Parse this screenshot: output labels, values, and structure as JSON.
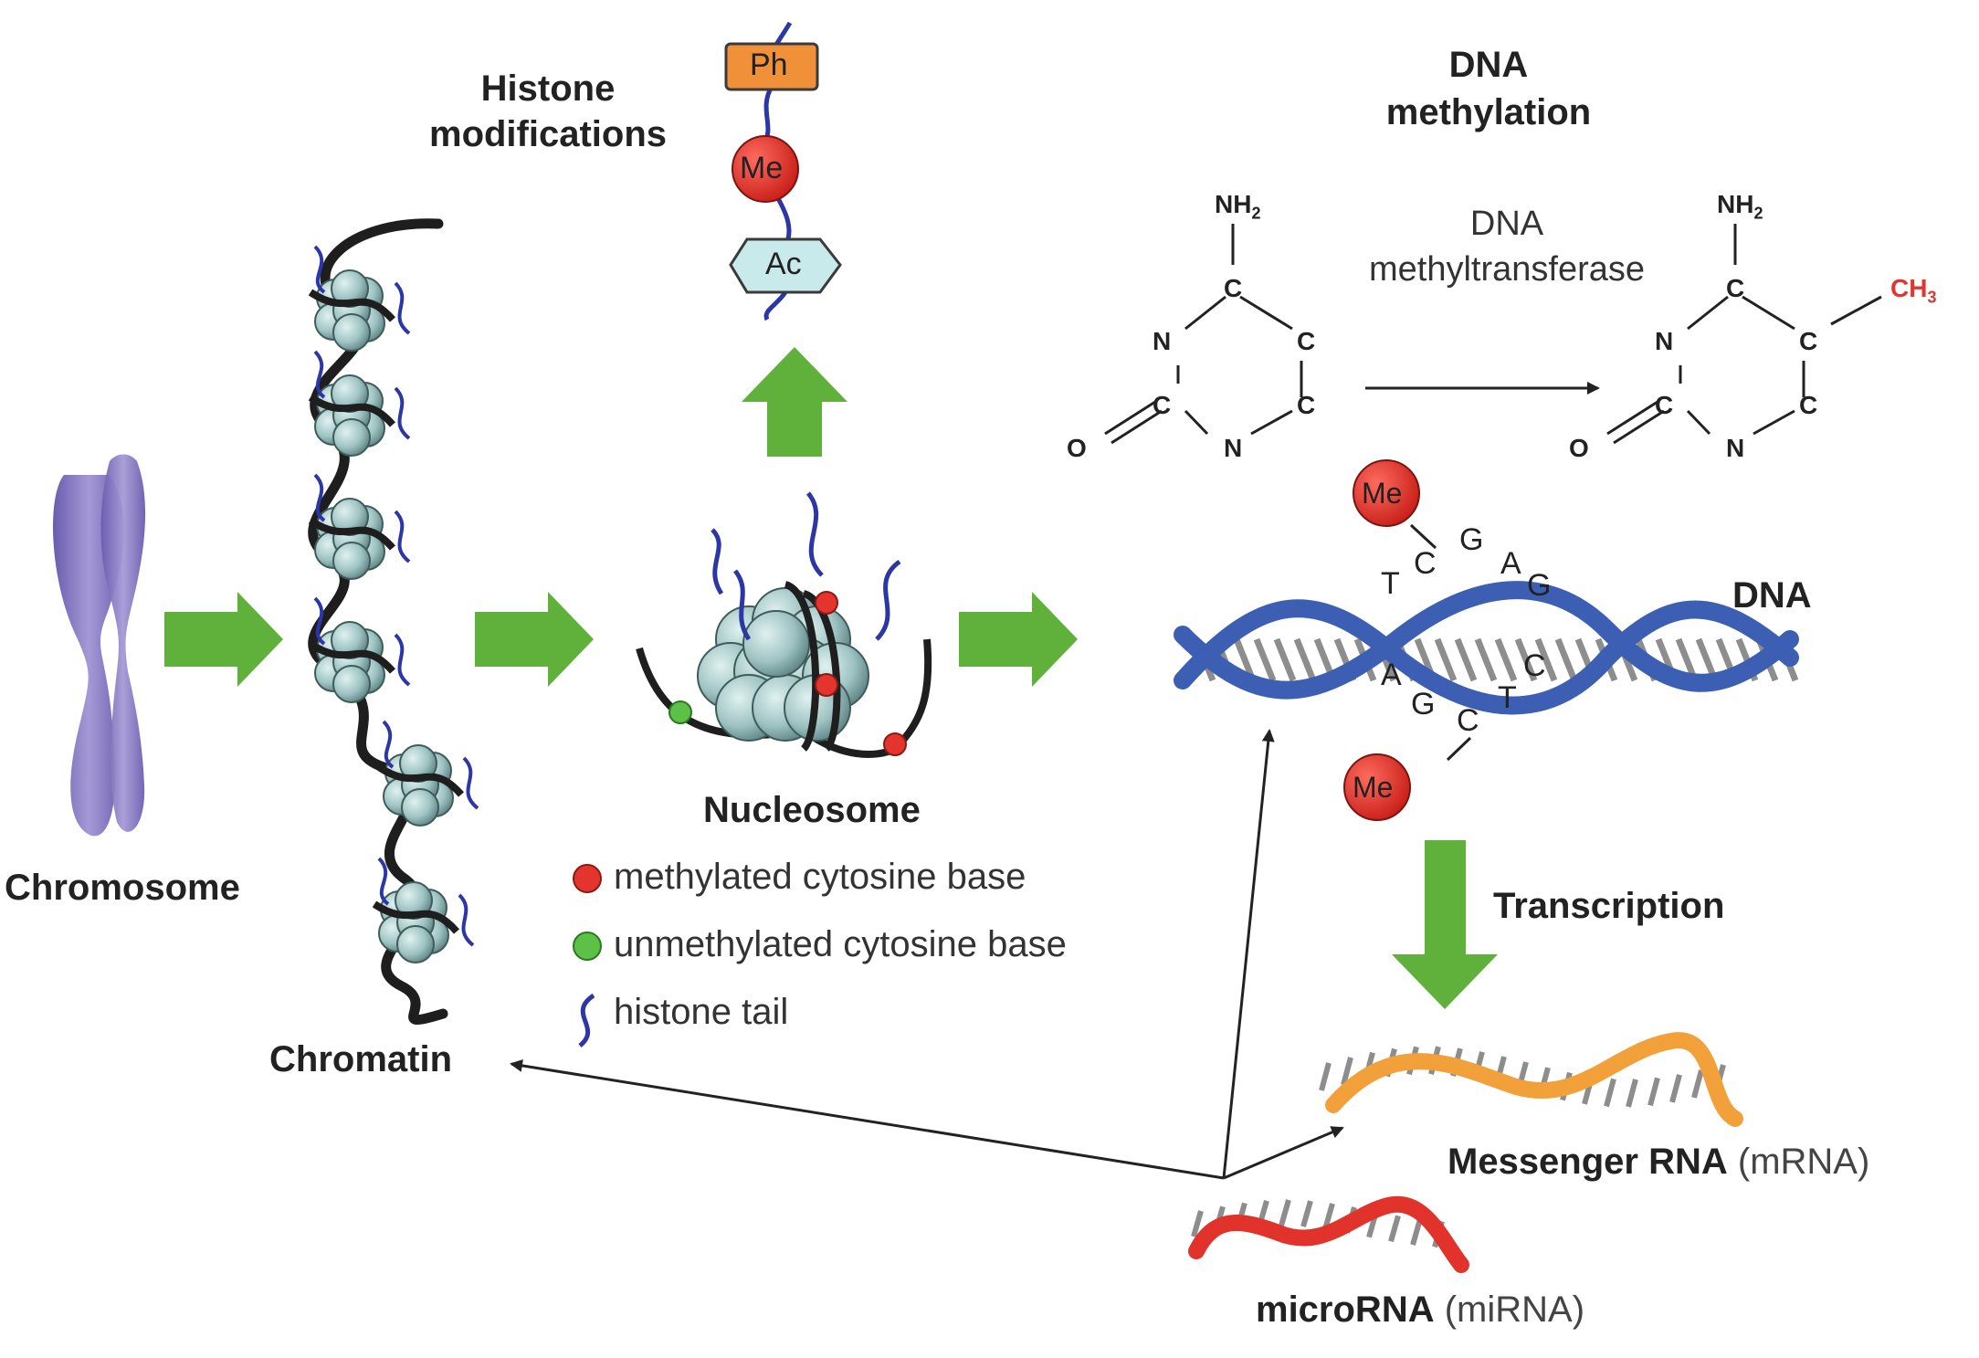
{
  "colors": {
    "arrow_green": "#5fb13c",
    "chromosome": "#8679c2",
    "dna_blue": "#3d5fb3",
    "mrna_orange": "#f2a03a",
    "mirna_red": "#e1332b",
    "methyl_red": "#e3342d",
    "unmethyl_green": "#5dc148",
    "histone_tail": "#2c36a5",
    "nucleosome": "#a7c9c8",
    "ph_orange": "#f0913a",
    "ac_cyan": "#c8eaea",
    "ch3_red": "#e3342d"
  },
  "labels": {
    "chromosome": "Chromosome",
    "chromatin": "Chromatin",
    "histone_modifications_line1": "Histone",
    "histone_modifications_line2": "modifications",
    "nucleosome": "Nucleosome",
    "dna_methylation_line1": "DNA",
    "dna_methylation_line2": "methylation",
    "dna_methyltransferase_line1": "DNA",
    "dna_methyltransferase_line2": "methyltransferase",
    "dna": "DNA",
    "transcription": "Transcription",
    "mrna_bold": "Messenger RNA",
    "mrna_paren": "(mRNA)",
    "mirna_bold": "microRNA",
    "mirna_paren": "(miRNA)"
  },
  "modifications": {
    "ph": "Ph",
    "me": "Me",
    "ac": "Ac"
  },
  "legend": [
    {
      "label": "methylated cytosine base",
      "icon": "red-dot-icon"
    },
    {
      "label": "unmethylated cytosine base",
      "icon": "green-dot-icon"
    },
    {
      "label": "histone tail",
      "icon": "histone-tail-icon"
    }
  ],
  "cytosine": {
    "nh2": "NH",
    "sub2": "2",
    "c": "C",
    "n": "N",
    "o": "O"
  },
  "methylcytosine": {
    "nh2": "NH",
    "sub2": "2",
    "c": "C",
    "n": "N",
    "o": "O",
    "ch3": "CH",
    "sub3": "3"
  },
  "dna_bases_top": [
    "T",
    "C",
    "G",
    "A",
    "G"
  ],
  "dna_bases_bottom": [
    "A",
    "G",
    "C",
    "T",
    "C"
  ],
  "methyl_tags": [
    "Me",
    "Me"
  ]
}
